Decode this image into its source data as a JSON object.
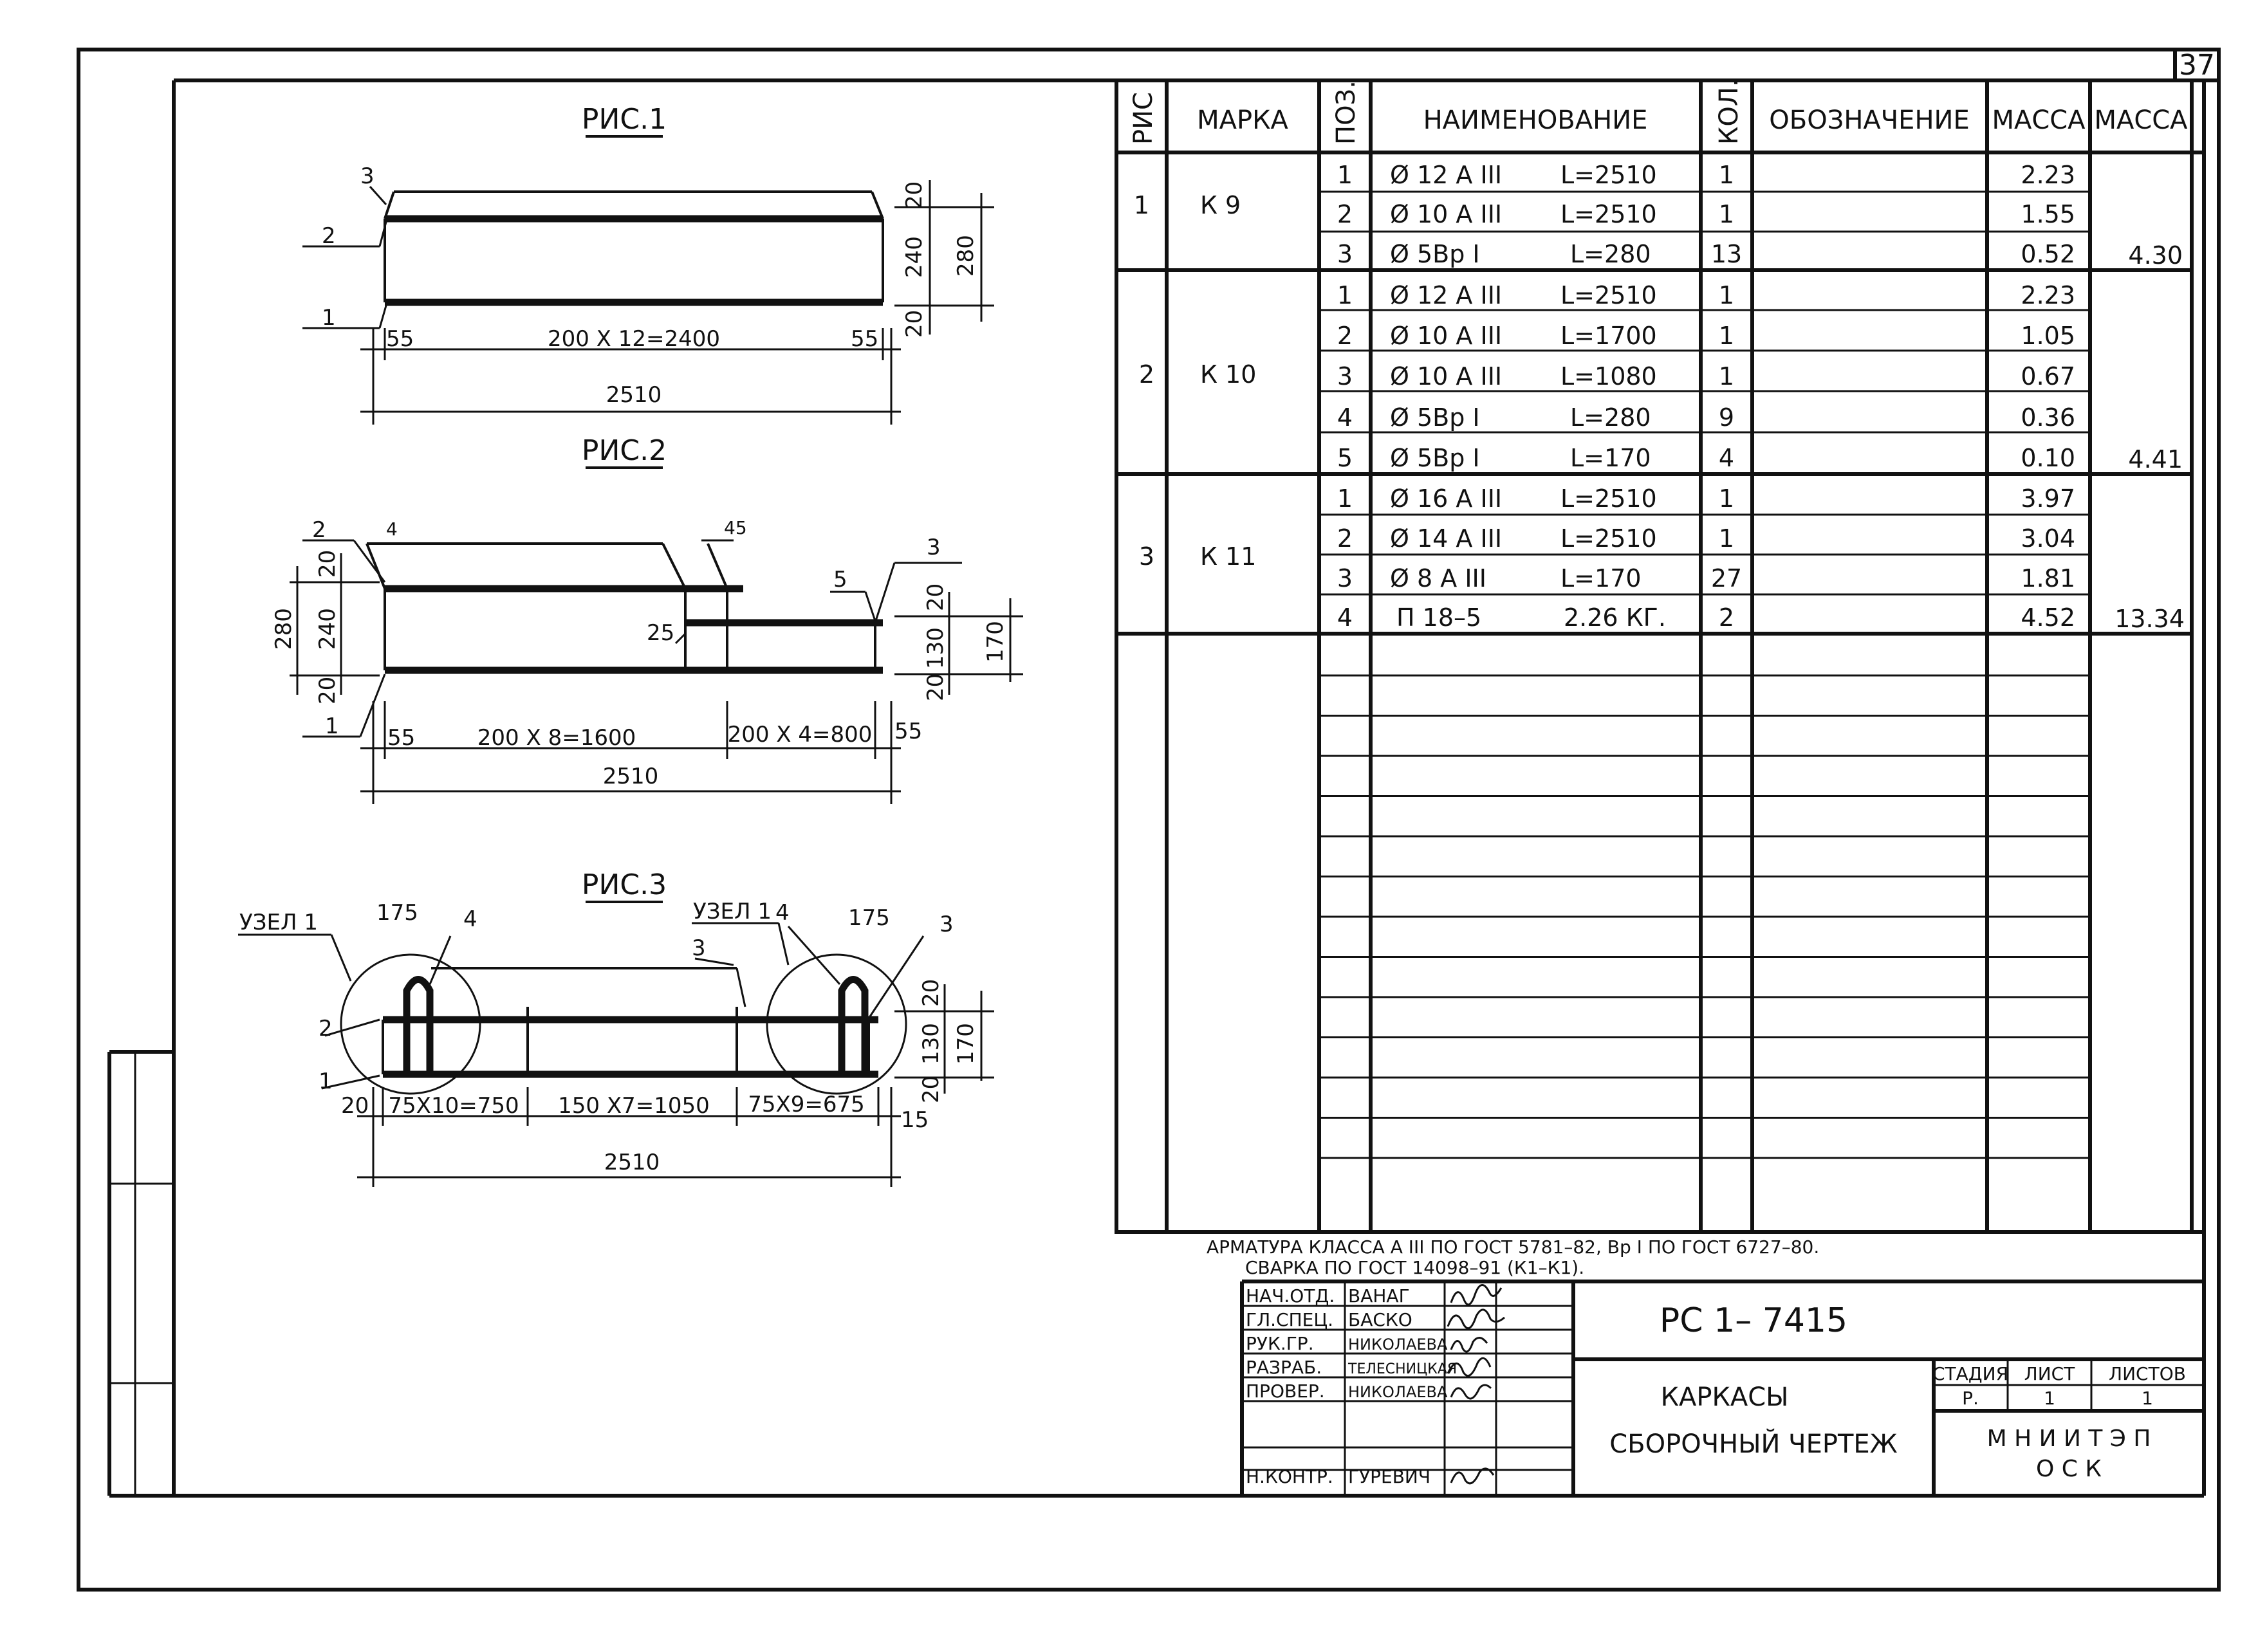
{
  "sheet_number": "37",
  "figures": {
    "fig1": {
      "title": "РИС.1",
      "pos_top": "3",
      "pos_mid": "2",
      "pos_bot": "1",
      "dim_end_left": "55",
      "dim_span": "200 X 12=2400",
      "dim_end_right": "55",
      "dim_total": "2510",
      "dim_v_top": "20",
      "dim_v_mid": "240",
      "dim_v_bot": "20",
      "dim_v_total": "280"
    },
    "fig2": {
      "title": "РИС.2",
      "pos_2": "2",
      "pos_4": "4",
      "pos_45": "45",
      "pos_3": "3",
      "pos_5": "5",
      "pos_25": "25",
      "pos_1": "1",
      "dim_v_top": "20",
      "dim_v_mid": "240",
      "dim_v_bot": "20",
      "dim_v_total": "280",
      "dim_r_top": "20",
      "dim_r_mid": "130",
      "dim_r_bot": "20",
      "dim_r_total": "170",
      "dim_end_left": "55",
      "dim_span1": "200 X 8=1600",
      "dim_span2": "200 X 4=800",
      "dim_end_right": "55",
      "dim_total": "2510"
    },
    "fig3": {
      "title": "РИС.3",
      "node_left": "УЗЕЛ 1",
      "node_right": "УЗЕЛ 1",
      "dim_175_left": "175",
      "dim_175_right": "175",
      "pos_4_left": "4",
      "pos_4_right": "4",
      "pos_3_mid": "3",
      "pos_3_right": "3",
      "pos_2": "2",
      "pos_1": "1",
      "dim_r_top": "20",
      "dim_r_mid": "130",
      "dim_r_bot": "20",
      "dim_r_total": "170",
      "dim_end_left": "20",
      "dim_span1": "75X10=750",
      "dim_span2": "150 X7=1050",
      "dim_span3": "75X9=675",
      "dim_end_right": "15",
      "dim_total": "2510"
    }
  },
  "spec_table": {
    "headers": {
      "fig": "РИС",
      "mark": "МАРКА",
      "pos": "ПОЗ.",
      "name": "НАИМЕНОВАНИЕ",
      "qty": "КОЛ.",
      "designation": "ОБОЗНАЧЕНИЕ",
      "mass_item": "МАССА",
      "mass_total": "МАССА"
    },
    "groups": [
      {
        "fig": "1",
        "mark": "К 9",
        "total": "4.30",
        "rows": [
          {
            "pos": "1",
            "name": "Ø 12 A III",
            "length": "L=2510",
            "qty": "1",
            "mass": "2.23"
          },
          {
            "pos": "2",
            "name": "Ø 10 A III",
            "length": "L=2510",
            "qty": "1",
            "mass": "1.55"
          },
          {
            "pos": "3",
            "name": "Ø 5Вр I",
            "length": "L=280",
            "qty": "13",
            "mass": "0.52"
          }
        ]
      },
      {
        "fig": "2",
        "mark": "К 10",
        "total": "4.41",
        "rows": [
          {
            "pos": "1",
            "name": "Ø 12 A III",
            "length": "L=2510",
            "qty": "1",
            "mass": "2.23"
          },
          {
            "pos": "2",
            "name": "Ø 10 A III",
            "length": "L=1700",
            "qty": "1",
            "mass": "1.05"
          },
          {
            "pos": "3",
            "name": "Ø 10 A III",
            "length": "L=1080",
            "qty": "1",
            "mass": "0.67"
          },
          {
            "pos": "4",
            "name": "Ø 5Вр I",
            "length": "L=280",
            "qty": "9",
            "mass": "0.36"
          },
          {
            "pos": "5",
            "name": "Ø 5Вр I",
            "length": "L=170",
            "qty": "4",
            "mass": "0.10"
          }
        ]
      },
      {
        "fig": "3",
        "mark": "К 11",
        "total": "13.34",
        "rows": [
          {
            "pos": "1",
            "name": "Ø 16 A III",
            "length": "L=2510",
            "qty": "1",
            "mass": "3.97"
          },
          {
            "pos": "2",
            "name": "Ø 14 A III",
            "length": "L=2510",
            "qty": "1",
            "mass": "3.04"
          },
          {
            "pos": "3",
            "name": "Ø 8 A III",
            "length": "L=170",
            "qty": "27",
            "mass": "1.81"
          },
          {
            "pos": "4",
            "name": "П 18–5",
            "length": "2.26 КГ.",
            "qty": "2",
            "mass": "4.52"
          }
        ]
      }
    ]
  },
  "notes": {
    "line1": "АРМАТУРА КЛАССА А III ПО ГОСТ 5781–82, Вр I ПО ГОСТ 6727–80.",
    "line2": "СВАРКА ПО ГОСТ 14098–91 (К1–К1)."
  },
  "title_block": {
    "signers": [
      {
        "role": "НАЧ.ОТД.",
        "name": "ВАНАГ"
      },
      {
        "role": "ГЛ.СПЕЦ.",
        "name": "БАСКО"
      },
      {
        "role": "РУК.ГР.",
        "name": "НИКОЛАЕВА"
      },
      {
        "role": "РАЗРАБ.",
        "name": "ТЕЛЕСНИЦКАЯ"
      },
      {
        "role": "ПРОВЕР.",
        "name": "НИКОЛАЕВА"
      },
      {
        "role": "",
        "name": ""
      },
      {
        "role": "Н.КОНТР.",
        "name": "ГУРЕВИЧ"
      }
    ],
    "document_code": "РС 1– 7415",
    "title_line1": "КАРКАСЫ",
    "title_line2": "СБОРОЧНЫЙ ЧЕРТЕЖ",
    "stage_label": "СТАДИЯ",
    "sheet_label": "ЛИСТ",
    "sheets_label": "ЛИСТОВ",
    "stage": "Р.",
    "sheet": "1",
    "sheets": "1",
    "org_line1": "М Н И И Т Э П",
    "org_line2": "О С К"
  }
}
